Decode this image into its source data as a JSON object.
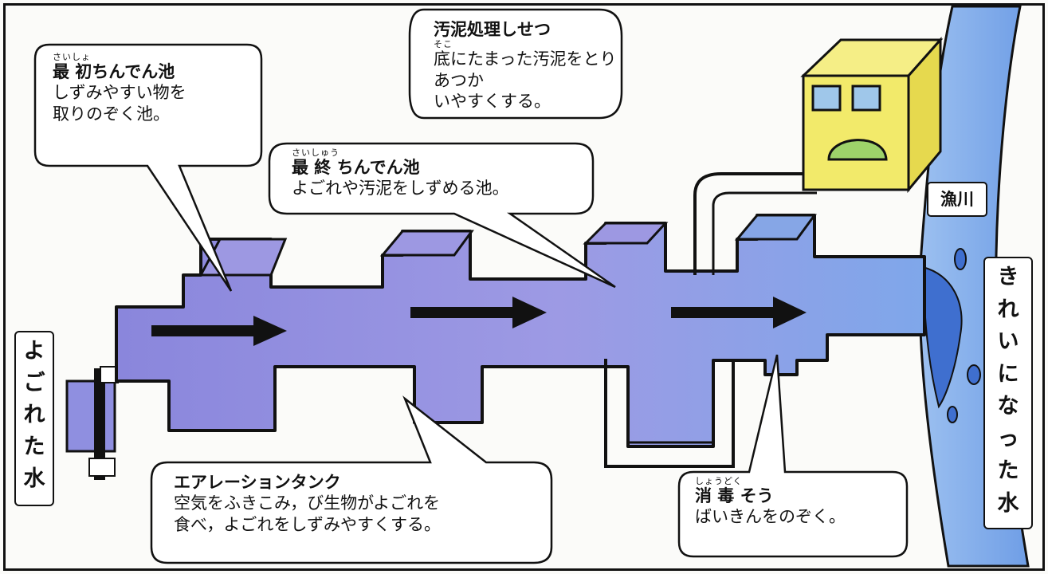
{
  "callouts": {
    "primary_settling": {
      "ruby": "さいしょ",
      "title": "最 初ちんでん池",
      "line1": "しずみやすい物を",
      "line2": "取りのぞく池。"
    },
    "sludge": {
      "title": "汚泥処理しせつ",
      "ruby": "そこ",
      "line1": "底にたまった汚泥をとりあつか",
      "line2": "いやすくする。"
    },
    "final_settling": {
      "ruby": "さいしゅう",
      "title": "最 終 ちんでん池",
      "line1": "よごれや汚泥をしずめる池。"
    },
    "aeration": {
      "title": "エアレーションタンク",
      "line1": "空気をふきこみ，び生物がよごれを",
      "line2": "食べ，よごれをしずみやすくする。"
    },
    "disinfection": {
      "ruby": "しょうどく",
      "title": "消  毒 そう",
      "line1": "ばいきんをのぞく。"
    }
  },
  "labels": {
    "dirty_water": [
      "よ",
      "ご",
      "れ",
      "た",
      "水"
    ],
    "clean_water": [
      "き",
      "れ",
      "い",
      "に",
      "な",
      "っ",
      "た",
      "水"
    ],
    "river": "漁川"
  },
  "colors": {
    "pipe": "#8f8fe0",
    "pipe_dark": "#7a78d2",
    "disinfect": "#7fa8ea",
    "river": "#8fb6ec",
    "sludge_box": "#f2ea6a",
    "outline": "#111111"
  }
}
